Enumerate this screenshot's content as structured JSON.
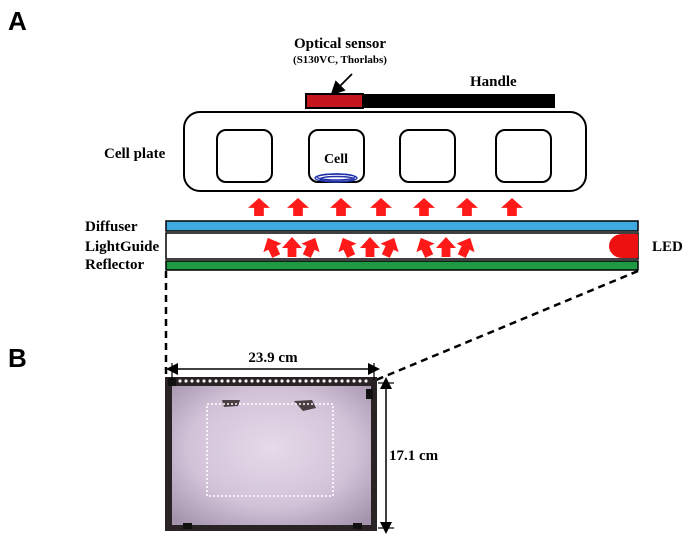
{
  "panels": {
    "a": "A",
    "b": "B"
  },
  "labels": {
    "sensor_title": "Optical sensor",
    "sensor_model": "(S130VC, Thorlabs)",
    "handle": "Handle",
    "cell_plate": "Cell plate",
    "cell": "Cell",
    "diffuser": "Diffuser",
    "lightguide": "LightGuide",
    "reflector": "Reflector",
    "led": "LED",
    "width": "23.9 cm",
    "height": "17.1 cm"
  },
  "colors": {
    "arrow": "#ff1a1a",
    "diffuser": "#3fa9e0",
    "reflector": "#1e9a44",
    "sensor": "#c4161c",
    "led": "#ee1111",
    "cell_outline": "#2233aa",
    "panel_glow": "#cbb8d2",
    "frame_dark": "#2a2326"
  }
}
